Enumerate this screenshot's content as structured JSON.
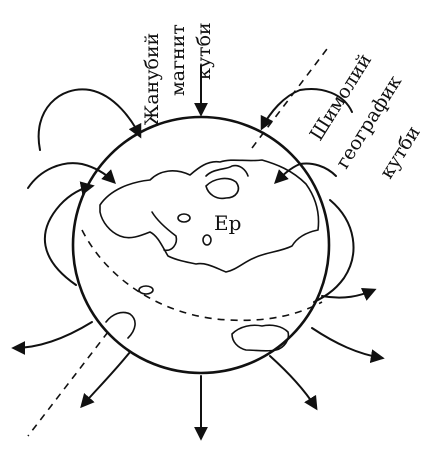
{
  "labels": {
    "south_magnetic_pole": [
      "Жанубий",
      "магнит",
      "кутби"
    ],
    "north_geographic_pole": [
      "Шимолий",
      "географик",
      "кутби"
    ],
    "earth": "Ер"
  }
}
